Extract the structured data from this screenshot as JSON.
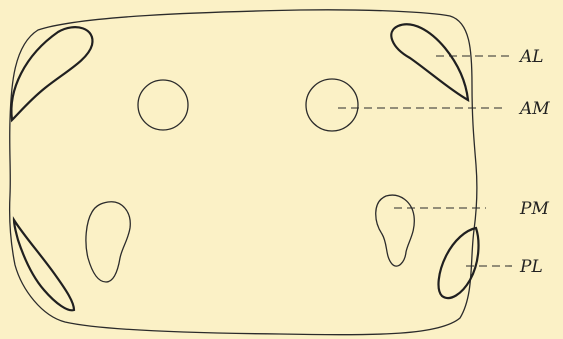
{
  "labels": {
    "al": "AL",
    "am": "AM",
    "pm": "PM",
    "pl": "PL"
  },
  "colors": {
    "background": "#fbf1c6",
    "ink": "#222222"
  }
}
